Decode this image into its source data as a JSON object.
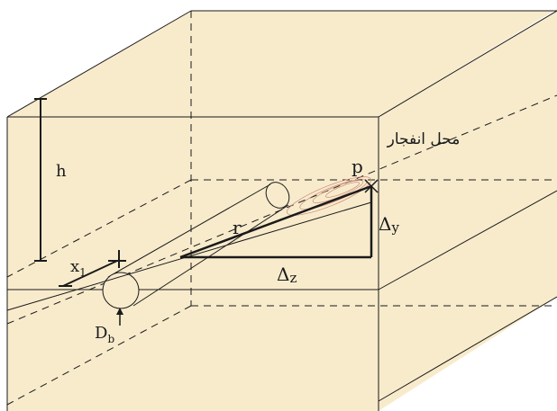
{
  "colors": {
    "background": "#ffffff",
    "block_fill": "#f8ebcc",
    "line": "#1a1a1a",
    "blast_contour": "#c98a7a"
  },
  "labels": {
    "h": "h",
    "x_main": "x",
    "x_sub": "1",
    "p": "p",
    "r": "r",
    "dy_delta": "Δ",
    "dy_sub": "y",
    "dz_delta": "Δ",
    "dz_sub": "z",
    "db_main": "D",
    "db_sub": "b",
    "blast_location": "محل انفجار"
  }
}
